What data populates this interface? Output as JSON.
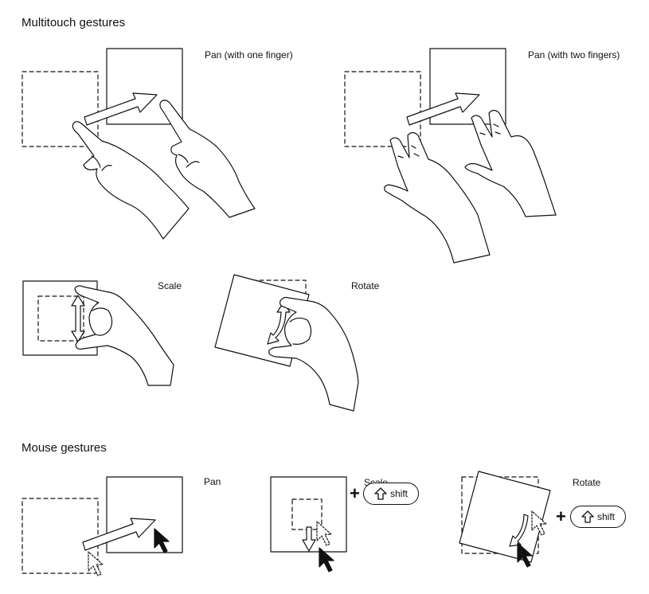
{
  "sections": {
    "multitouch_title": "Multitouch gestures",
    "mouse_title": "Mouse gestures"
  },
  "multitouch": {
    "pan_one": "Pan (with one finger)",
    "pan_two": "Pan (with two fingers)",
    "scale": "Scale",
    "rotate": "Rotate"
  },
  "mouse": {
    "pan": "Pan",
    "scale": "Scale",
    "rotate": "Rotate",
    "shift_key_label": "shift",
    "plus_sign": "+",
    "modifier_icon": "shift-arrow-icon"
  },
  "colors": {
    "stroke": "#111111",
    "background": "#ffffff"
  }
}
